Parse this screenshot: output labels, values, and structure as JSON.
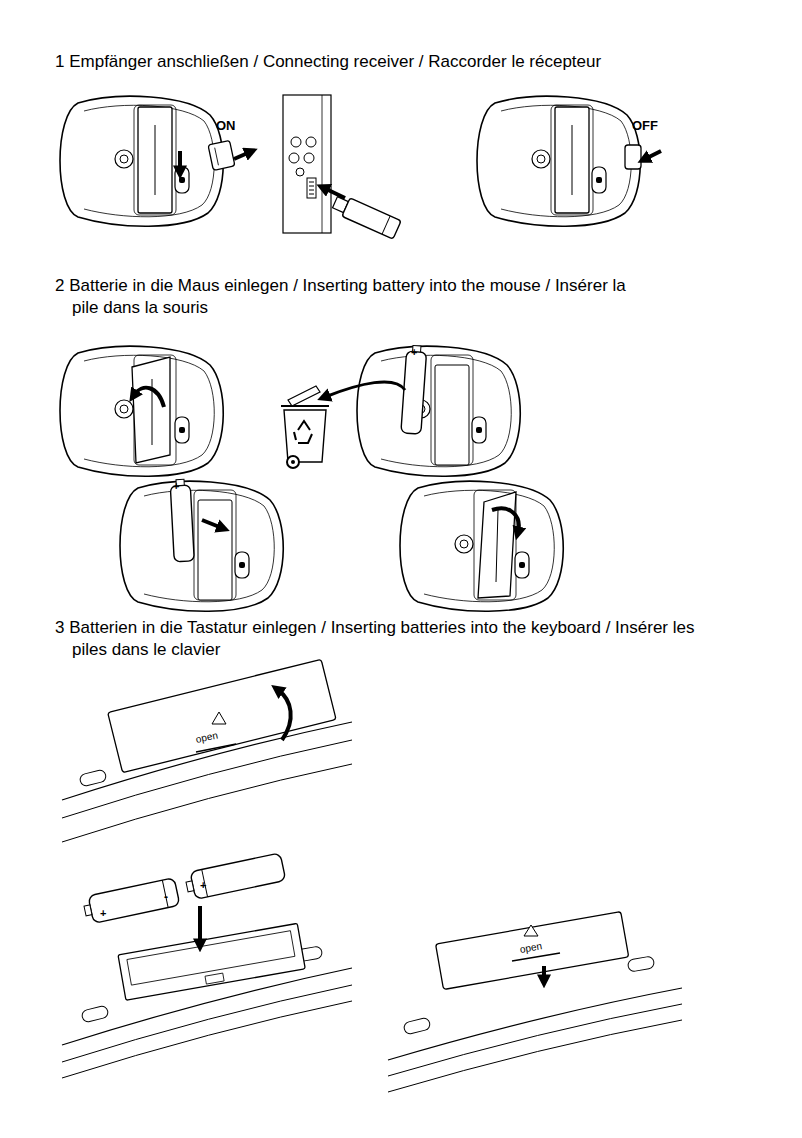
{
  "diagram": {
    "labels": [
      "1 Empfänger anschließen / Connecting receiver / Raccorder le récepteur",
      "ON",
      "OFF",
      "2 Batterie in die Maus einlegen / Inserting battery into the mouse / Insérer la pile dans la souris",
      "+",
      "+",
      "3 Batterien in die Tastatur einlegen / Inserting batteries into the keyboard / Insérer les piles dans le clavier",
      "open",
      "+",
      "-",
      "+",
      "open"
    ]
  }
}
